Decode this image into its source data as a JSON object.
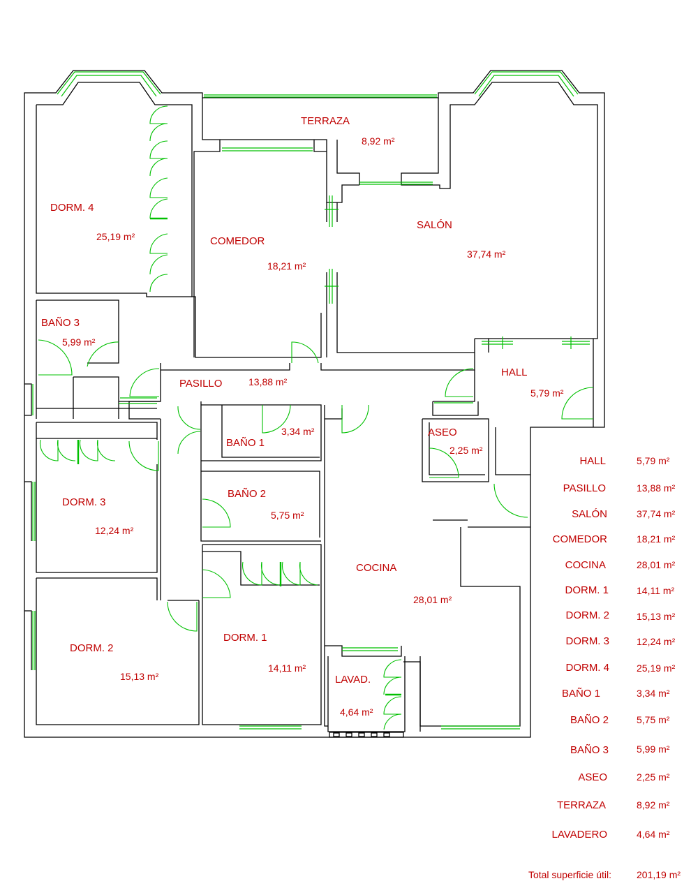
{
  "rooms": [
    {
      "id": "terraza",
      "name": "TERRAZA",
      "area": "8,92 m²"
    },
    {
      "id": "dorm4",
      "name": "DORM. 4",
      "area": "25,19 m²"
    },
    {
      "id": "comedor",
      "name": "COMEDOR",
      "area": "18,21 m²"
    },
    {
      "id": "salon",
      "name": "SALÓN",
      "area": "37,74 m²"
    },
    {
      "id": "bano3",
      "name": "BAÑO 3",
      "area": "5,99 m²"
    },
    {
      "id": "pasillo",
      "name": "PASILLO",
      "area": "13,88 m²"
    },
    {
      "id": "hall",
      "name": "HALL",
      "area": "5,79 m²"
    },
    {
      "id": "bano1",
      "name": "BAÑO 1",
      "area": "3,34 m²"
    },
    {
      "id": "aseo",
      "name": "ASEO",
      "area": "2,25 m²"
    },
    {
      "id": "bano2",
      "name": "BAÑO 2",
      "area": "5,75 m²"
    },
    {
      "id": "dorm3",
      "name": "DORM. 3",
      "area": "12,24 m²"
    },
    {
      "id": "cocina",
      "name": "COCINA",
      "area": "28,01 m²"
    },
    {
      "id": "dorm2",
      "name": "DORM. 2",
      "area": "15,13 m²"
    },
    {
      "id": "dorm1",
      "name": "DORM. 1",
      "area": "14,11 m²"
    },
    {
      "id": "lavad",
      "name": "LAVAD.",
      "area": "4,64 m²"
    }
  ],
  "legend": [
    {
      "name": "HALL",
      "value": "5,79 m²"
    },
    {
      "name": "PASILLO",
      "value": "13,88 m²"
    },
    {
      "name": "SALÓN",
      "value": "37,74 m²"
    },
    {
      "name": "COMEDOR",
      "value": "18,21 m²"
    },
    {
      "name": "COCINA",
      "value": "28,01 m²"
    },
    {
      "name": "DORM. 1",
      "value": "14,11 m²"
    },
    {
      "name": "DORM. 2",
      "value": "15,13 m²"
    },
    {
      "name": "DORM. 3",
      "value": "12,24 m²"
    },
    {
      "name": "DORM. 4",
      "value": "25,19 m²"
    },
    {
      "name": "BAÑO 1",
      "value": "3,34 m²"
    },
    {
      "name": "BAÑO 2",
      "value": "5,75 m²"
    },
    {
      "name": "BAÑO 3",
      "value": "5,99 m²"
    },
    {
      "name": "ASEO",
      "value": "2,25 m²"
    },
    {
      "name": "TERRAZA",
      "value": "8,92 m²"
    },
    {
      "name": "LAVADERO",
      "value": "4,64 m²"
    }
  ],
  "total": {
    "label": "Total superficie útil:",
    "value": "201,19 m²"
  },
  "colors": {
    "text": "#c00000",
    "walls": "#000000",
    "openings": "#00c000"
  }
}
